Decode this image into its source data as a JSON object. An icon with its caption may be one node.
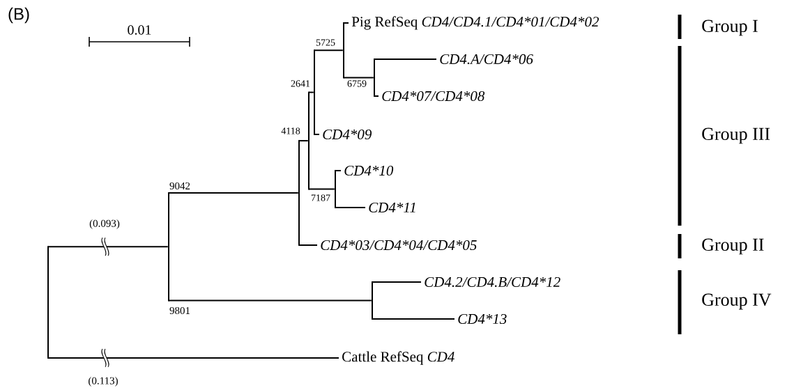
{
  "diagram": {
    "nodes": [
      {
        "text": [
          "Pig RefSeq",
          "CD4/CD4.1/CD4*01/CD4*02"
        ]
      },
      {
        "text": [
          "CD4.A/CD4*06"
        ]
      },
      {
        "text": [
          "CD4*07/CD4*08"
        ]
      },
      {
        "text": [
          "CD4*09"
        ]
      },
      {
        "text": [
          "CD4*10"
        ]
      },
      {
        "text": [
          "CD4*11"
        ]
      },
      {
        "text": [
          "CD4*03/CD4*04/CD4*05"
        ]
      },
      {
        "text": [
          "CD4.2/CD4.B/CD4*12"
        ]
      },
      {
        "text": [
          "CD4*13"
        ]
      },
      {
        "text": [
          "Cattle RefSeq",
          "CD4"
        ]
      },
      {
        "text": [],
        "shape": "bar"
      },
      {
        "text": [],
        "shape": "bar"
      },
      {
        "text": [],
        "shape": "bar"
      },
      {
        "text": [],
        "shape": "bar",
        "beside": [
          "4118"
        ]
      },
      {
        "text": [],
        "shape": "bar",
        "beside": [
          "2641"
        ]
      },
      {
        "text": [],
        "shape": "bar",
        "beside": [
          "7187"
        ]
      },
      {
        "text": [],
        "shape": "bar",
        "beside": [
          "5725"
        ]
      },
      {
        "text": [],
        "shape": "bar"
      },
      {
        "text": [],
        "shape": "bar",
        "beside": [
          "6759"
        ]
      }
    ],
    "edges": [
      {
        "from": 10,
        "to": 11,
        "arrow": "none",
        "label": "(0.093)"
      },
      {
        "from": 10,
        "to": 9,
        "arrow": "none",
        "label": "(0.113)"
      },
      {
        "from": 11,
        "to": 12,
        "arrow": "none",
        "label": "9042"
      },
      {
        "from": 11,
        "to": 17,
        "arrow": "none",
        "label": "9801"
      },
      {
        "from": 12,
        "to": 13,
        "arrow": "none"
      },
      {
        "from": 12,
        "to": 6,
        "arrow": "none"
      },
      {
        "from": 13,
        "to": 14,
        "arrow": "none"
      },
      {
        "from": 13,
        "to": 15,
        "arrow": "none"
      },
      {
        "from": 14,
        "to": 16,
        "arrow": "none"
      },
      {
        "from": 14,
        "to": 3,
        "arrow": "none"
      },
      {
        "from": 16,
        "to": 0,
        "arrow": "none"
      },
      {
        "from": 16,
        "to": 18,
        "arrow": "none"
      },
      {
        "from": 18,
        "to": 1,
        "arrow": "none"
      },
      {
        "from": 18,
        "to": 2,
        "arrow": "none"
      },
      {
        "from": 15,
        "to": 4,
        "arrow": "none"
      },
      {
        "from": 15,
        "to": 5,
        "arrow": "none"
      },
      {
        "from": 17,
        "to": 7,
        "arrow": "none"
      },
      {
        "from": 17,
        "to": 8,
        "arrow": "none"
      }
    ],
    "labels": [
      "(B)",
      "0.01",
      "Group I",
      "Group III",
      "Group II",
      "Group IV"
    ]
  }
}
